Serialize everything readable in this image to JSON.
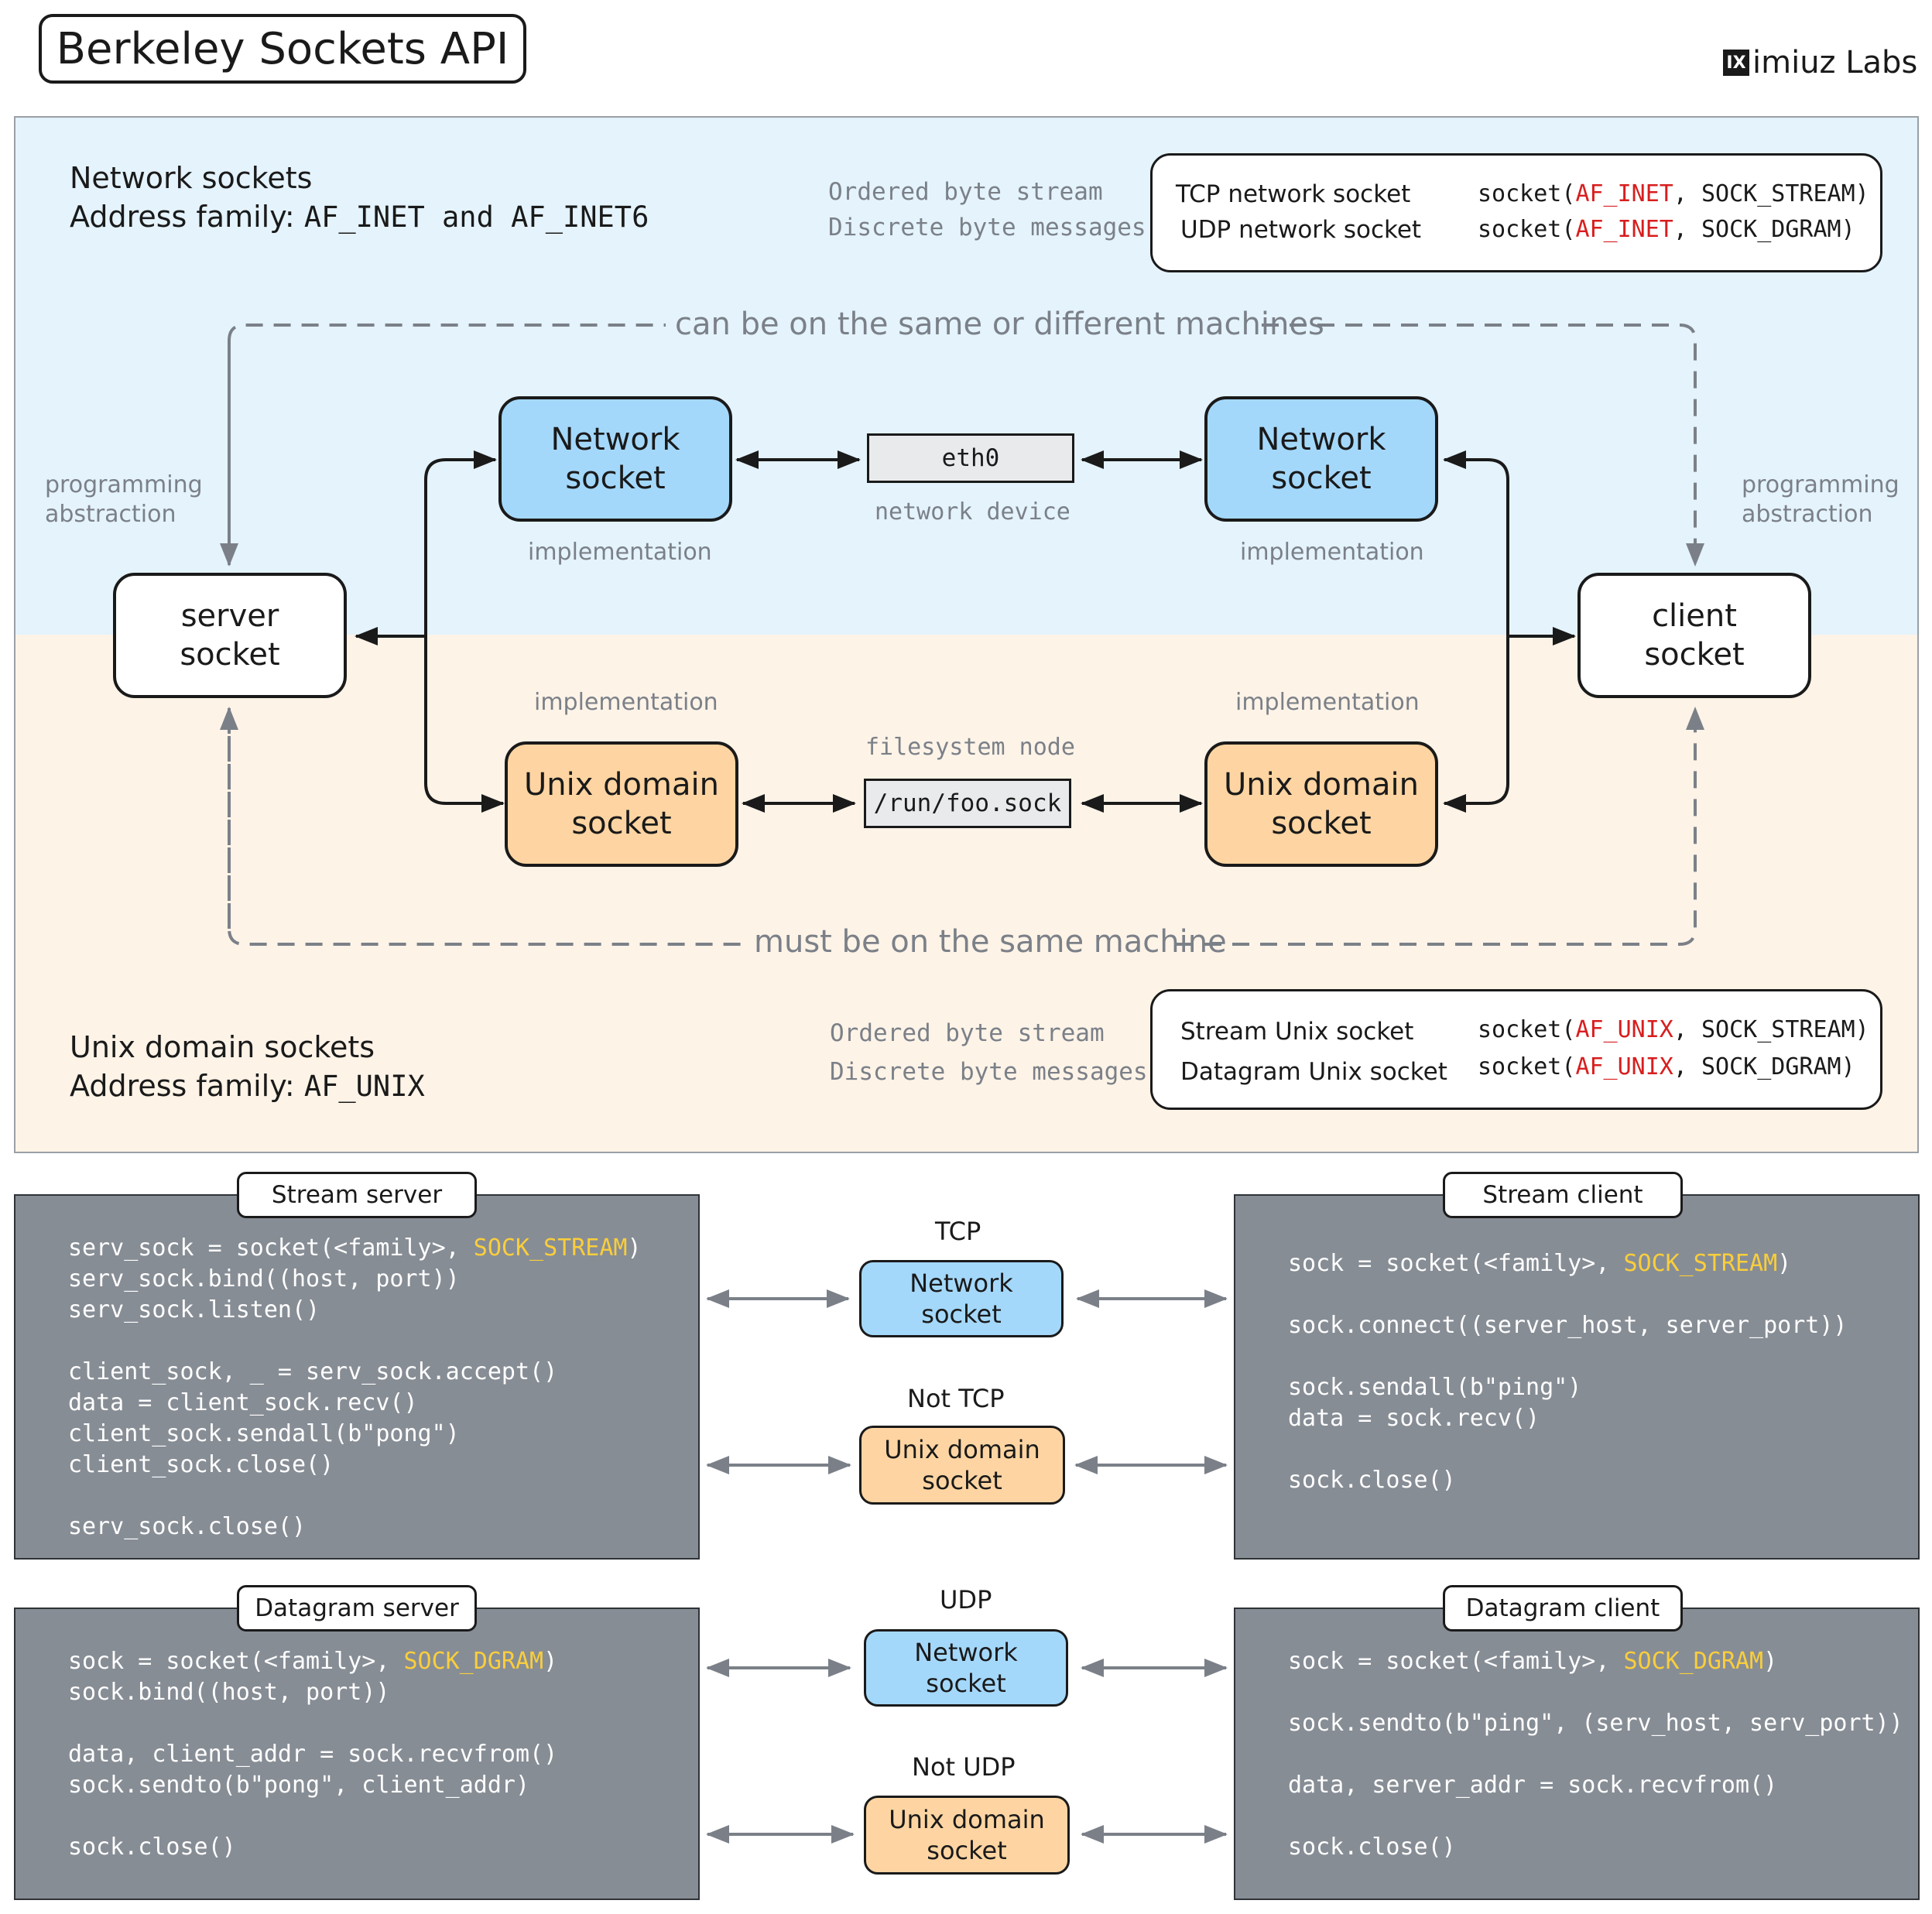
{
  "title": "Berkeley Sockets API",
  "brand": {
    "mark": "IX",
    "name": "imiuz Labs"
  },
  "network_section": {
    "heading": "Network sockets",
    "family_label": "Address family:",
    "families": "AF_INET and AF_INET6",
    "stream_note": "Ordered byte stream",
    "dgram_note": "Discrete byte messages",
    "legend": [
      {
        "label": "TCP network socket",
        "fn": "socket(",
        "family": "AF_INET",
        "rest": ", SOCK_STREAM)"
      },
      {
        "label": "UDP network socket",
        "fn": "socket(",
        "family": "AF_INET",
        "rest": ", SOCK_DGRAM)"
      }
    ]
  },
  "unix_section": {
    "heading": "Unix domain sockets",
    "family_label": "Address family:",
    "families": "AF_UNIX",
    "stream_note": "Ordered byte stream",
    "dgram_note": "Discrete byte messages",
    "legend": [
      {
        "label": "Stream Unix socket",
        "fn": "socket(",
        "family": "AF_UNIX",
        "rest": ", SOCK_STREAM)"
      },
      {
        "label": "Datagram Unix socket",
        "fn": "socket(",
        "family": "AF_UNIX",
        "rest": ", SOCK_DGRAM)"
      }
    ]
  },
  "diagram": {
    "top_dashed_label": "can be on the same or different machines",
    "bottom_dashed_label": "must be on the same machine",
    "server_socket": [
      "server",
      "socket"
    ],
    "client_socket": [
      "client",
      "socket"
    ],
    "left_abstraction": [
      "programming",
      "abstraction"
    ],
    "right_abstraction": [
      "programming",
      "abstraction"
    ],
    "network_socket": [
      "Network",
      "socket"
    ],
    "unix_socket": [
      "Unix domain",
      "socket"
    ],
    "implementation": "implementation",
    "eth0": "eth0",
    "network_device": "network device",
    "filesystem_node": "filesystem node",
    "sock_path": "/run/foo.sock"
  },
  "code": {
    "stream_server": {
      "tag": "Stream server",
      "lines": [
        {
          "pre": "serv_sock = socket(<family>, ",
          "hl": "SOCK_STREAM",
          "post": ")"
        },
        {
          "pre": "serv_sock.bind((host, port))"
        },
        {
          "pre": "serv_sock.listen()"
        },
        {
          "pre": "client_sock, _ = serv_sock.accept()"
        },
        {
          "pre": "data = client_sock.recv()"
        },
        {
          "pre": "client_sock.sendall(b\"pong\")"
        },
        {
          "pre": "client_sock.close()"
        },
        {
          "pre": "serv_sock.close()"
        }
      ]
    },
    "stream_client": {
      "tag": "Stream client",
      "lines": [
        {
          "pre": "sock = socket(<family>, ",
          "hl": "SOCK_STREAM",
          "post": ")"
        },
        {
          "pre": "sock.connect((server_host, server_port))"
        },
        {
          "pre": "sock.sendall(b\"ping\")"
        },
        {
          "pre": "data = sock.recv()"
        },
        {
          "pre": "sock.close()"
        }
      ]
    },
    "datagram_server": {
      "tag": "Datagram server",
      "lines": [
        {
          "pre": "sock = socket(<family>, ",
          "hl": "SOCK_DGRAM",
          "post": ")"
        },
        {
          "pre": "sock.bind((host, port))"
        },
        {
          "pre": "data, client_addr = sock.recvfrom()"
        },
        {
          "pre": "sock.sendto(b\"pong\", client_addr)"
        },
        {
          "pre": "sock.close()"
        }
      ]
    },
    "datagram_client": {
      "tag": "Datagram client",
      "lines": [
        {
          "pre": "sock = socket(<family>, ",
          "hl": "SOCK_DGRAM",
          "post": ")"
        },
        {
          "pre": "sock.sendto(b\"ping\", (serv_host, serv_port))"
        },
        {
          "pre": "data, server_addr = sock.recvfrom()"
        },
        {
          "pre": "sock.close()"
        }
      ]
    }
  },
  "middle": {
    "tcp": "TCP",
    "not_tcp": "Not TCP",
    "udp": "UDP",
    "not_udp": "Not UDP",
    "network_socket": [
      "Network",
      "socket"
    ],
    "unix_socket": [
      "Unix domain",
      "socket"
    ]
  },
  "colors": {
    "network_blue": "#a4d8fb",
    "unix_orange": "#fed5a2",
    "net_panel_bg": "#e4f3fc",
    "unix_panel_bg": "#fdf3e7",
    "code_bg": "#878d95",
    "highlight_yellow": "#f9ce3c",
    "family_red": "#d81e1e"
  }
}
